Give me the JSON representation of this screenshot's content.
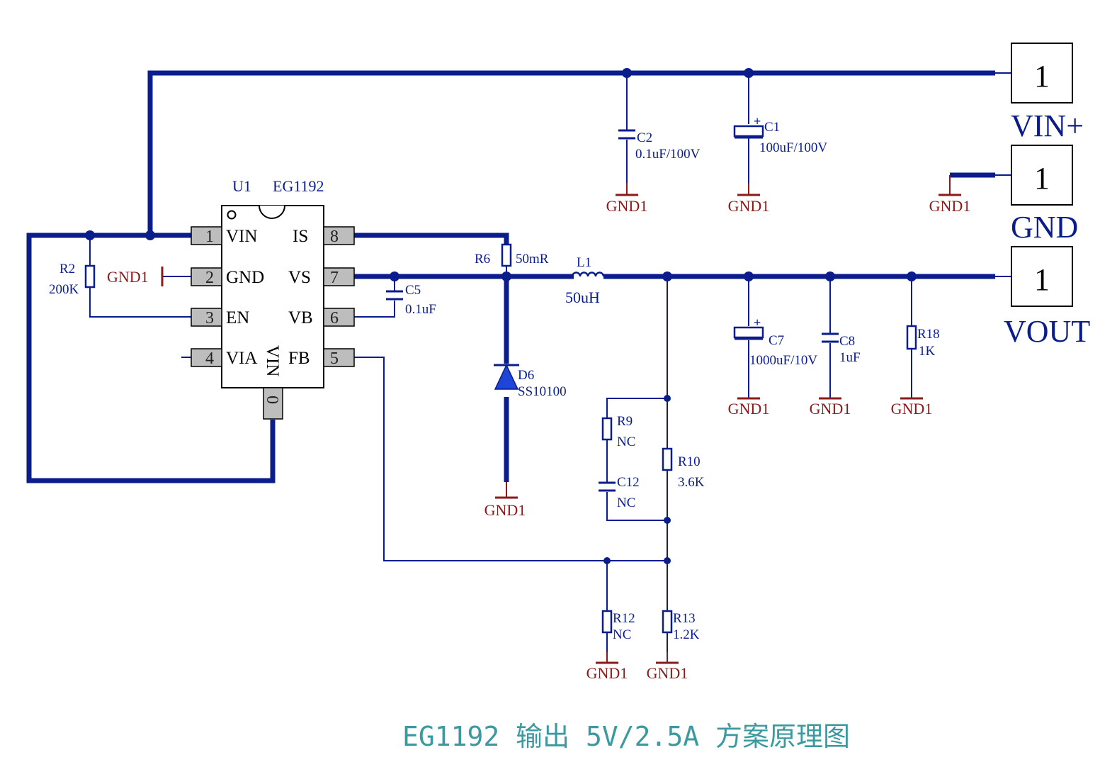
{
  "title": "EG1192 输出 5V/2.5A 方案原理图",
  "ic": {
    "ref": "U1",
    "part": "EG1192",
    "pins": [
      {
        "num": "1",
        "name": "VIN"
      },
      {
        "num": "2",
        "name": "GND"
      },
      {
        "num": "3",
        "name": "EN"
      },
      {
        "num": "4",
        "name": "VIA"
      },
      {
        "num": "8",
        "name": "IS"
      },
      {
        "num": "7",
        "name": "VS"
      },
      {
        "num": "6",
        "name": "VB"
      },
      {
        "num": "5",
        "name": "FB"
      }
    ],
    "bottom_pin_num": "0",
    "bottom_pin_name": "VIN"
  },
  "connectors": [
    {
      "num": "1",
      "label": "VIN+"
    },
    {
      "num": "1",
      "label": "GND"
    },
    {
      "num": "1",
      "label": "VOUT"
    }
  ],
  "gnd_label": "GND1",
  "components": {
    "c2": {
      "ref": "C2",
      "value": "0.1uF/100V"
    },
    "c1": {
      "ref": "C1",
      "value": "100uF/100V"
    },
    "r2": {
      "ref": "R2",
      "value": "200K"
    },
    "c5": {
      "ref": "C5",
      "value": "0.1uF"
    },
    "r6": {
      "ref": "R6",
      "value": "50mR"
    },
    "l1": {
      "ref": "L1",
      "value": "50uH"
    },
    "d6": {
      "ref": "D6",
      "value": "SS10100"
    },
    "c7": {
      "ref": "C7",
      "value": "1000uF/10V"
    },
    "c8": {
      "ref": "C8",
      "value": "1uF"
    },
    "r18": {
      "ref": "R18",
      "value": "1K"
    },
    "r9": {
      "ref": "R9",
      "value": "NC"
    },
    "c12": {
      "ref": "C12",
      "value": "NC"
    },
    "r10": {
      "ref": "R10",
      "value": "3.6K"
    },
    "r12": {
      "ref": "R12",
      "value": "NC"
    },
    "r13": {
      "ref": "R13",
      "value": "1.2K"
    }
  },
  "polarity_mark": "+"
}
